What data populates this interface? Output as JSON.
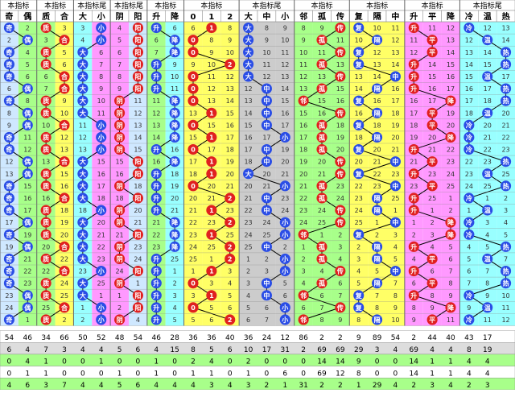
{
  "groups": [
    {
      "title": "本指标",
      "cols": [
        "奇",
        "偶"
      ],
      "bg": [
        "#cfe8ff",
        "#a8ff8a"
      ],
      "pick": "#2a4de6"
    },
    {
      "title": "本指标",
      "cols": [
        "质",
        "合"
      ],
      "bg": [
        "#a8ff8a",
        "#ffff66"
      ],
      "pick": "#e02020"
    },
    {
      "title": "本指标尾",
      "cols": [
        "大",
        "小"
      ],
      "bg": [
        "#99ffff",
        "#ff99ff"
      ],
      "pick": "#2a4de6"
    },
    {
      "title": "本指标尾",
      "cols": [
        "阴",
        "阳"
      ],
      "bg": [
        "#ff99ff",
        "#cfe8ff"
      ],
      "pick": "#e02020"
    },
    {
      "title": "本指标",
      "cols": [
        "升",
        "降"
      ],
      "bg": [
        "#a8ff8a",
        "#99ffff"
      ],
      "pick": "#2a4de6"
    },
    {
      "title": "本指标",
      "cols": [
        "0",
        "1",
        "2"
      ],
      "bg": [
        "#ffff66",
        "#ffff66",
        "#ffff66"
      ],
      "pick": "#e02020"
    },
    {
      "title": "本指标尾",
      "cols": [
        "大",
        "中",
        "小"
      ],
      "bg": [
        "#cccccc",
        "#cccccc",
        "#cccccc"
      ],
      "pick": "#2a4de6"
    },
    {
      "title": "本指标",
      "cols": [
        "邻",
        "孤",
        "传"
      ],
      "bg": [
        "#a8ff8a",
        "#a8ff8a",
        "#a8ff8a"
      ],
      "pick": "#e02020"
    },
    {
      "title": "本指标",
      "cols": [
        "复",
        "隔",
        "中"
      ],
      "bg": [
        "#ffff66",
        "#ffff66",
        "#ffff66"
      ],
      "pick": "#2a4de6"
    },
    {
      "title": "本指标",
      "cols": [
        "升",
        "平",
        "降"
      ],
      "bg": [
        "#ff99ff",
        "#ff99ff",
        "#ff99ff"
      ],
      "pick": "#e02020"
    },
    {
      "title": "本指标尾",
      "cols": [
        "冷",
        "温",
        "热"
      ],
      "bg": [
        "#99ffff",
        "#99ffff",
        "#99ffff"
      ],
      "pick": "#2a4de6"
    }
  ],
  "rows": 25,
  "sample_counts": [
    "1",
    "2",
    "3",
    "4",
    "5",
    "6",
    "7",
    "8",
    "9",
    "10",
    "11",
    "12",
    "13",
    "14",
    "15",
    "16",
    "17",
    "18",
    "19",
    "20",
    "21",
    "22",
    "23",
    "24",
    "25"
  ],
  "footer": {
    "rows": [
      [
        "54",
        "46",
        "34",
        "66",
        "50",
        "52",
        "48",
        "54",
        "46",
        "28",
        "36",
        "36",
        "40",
        "36",
        "24",
        "12",
        "86",
        "2",
        "2",
        "9",
        "89",
        "54",
        "2",
        "44",
        "40",
        "43",
        "17"
      ],
      [
        "6",
        "4",
        "7",
        "3",
        "4",
        "4",
        "5",
        "6",
        "4",
        "15",
        "8",
        "5",
        "6",
        "10",
        "17",
        "31",
        "2",
        "69",
        "69",
        "29",
        "3",
        "4",
        "69",
        "4",
        "4",
        "8",
        "19"
      ],
      [
        "0",
        "4",
        "1",
        "0",
        "0",
        "1",
        "0",
        "0",
        "1",
        "0",
        "2",
        "4",
        "0",
        "2",
        "0",
        "0",
        "0",
        "14",
        "14",
        "9",
        "0",
        "0",
        "14",
        "1",
        "1",
        "4",
        "4"
      ],
      [
        "0",
        "1",
        "1",
        "0",
        "0",
        "0",
        "1",
        "0",
        "1",
        "0",
        "1",
        "1",
        "0",
        "1",
        "0",
        "6",
        "0",
        "69",
        "12",
        "8",
        "0",
        "0",
        "14",
        "1",
        "1",
        "4",
        "4"
      ],
      [
        "4",
        "6",
        "3",
        "7",
        "4",
        "4",
        "5",
        "6",
        "4",
        "4",
        "4",
        "3",
        "4",
        "3",
        "2",
        "1",
        "31",
        "2",
        "2",
        "1",
        "29",
        "4",
        "2",
        "3",
        "4",
        "2",
        "3"
      ]
    ]
  }
}
